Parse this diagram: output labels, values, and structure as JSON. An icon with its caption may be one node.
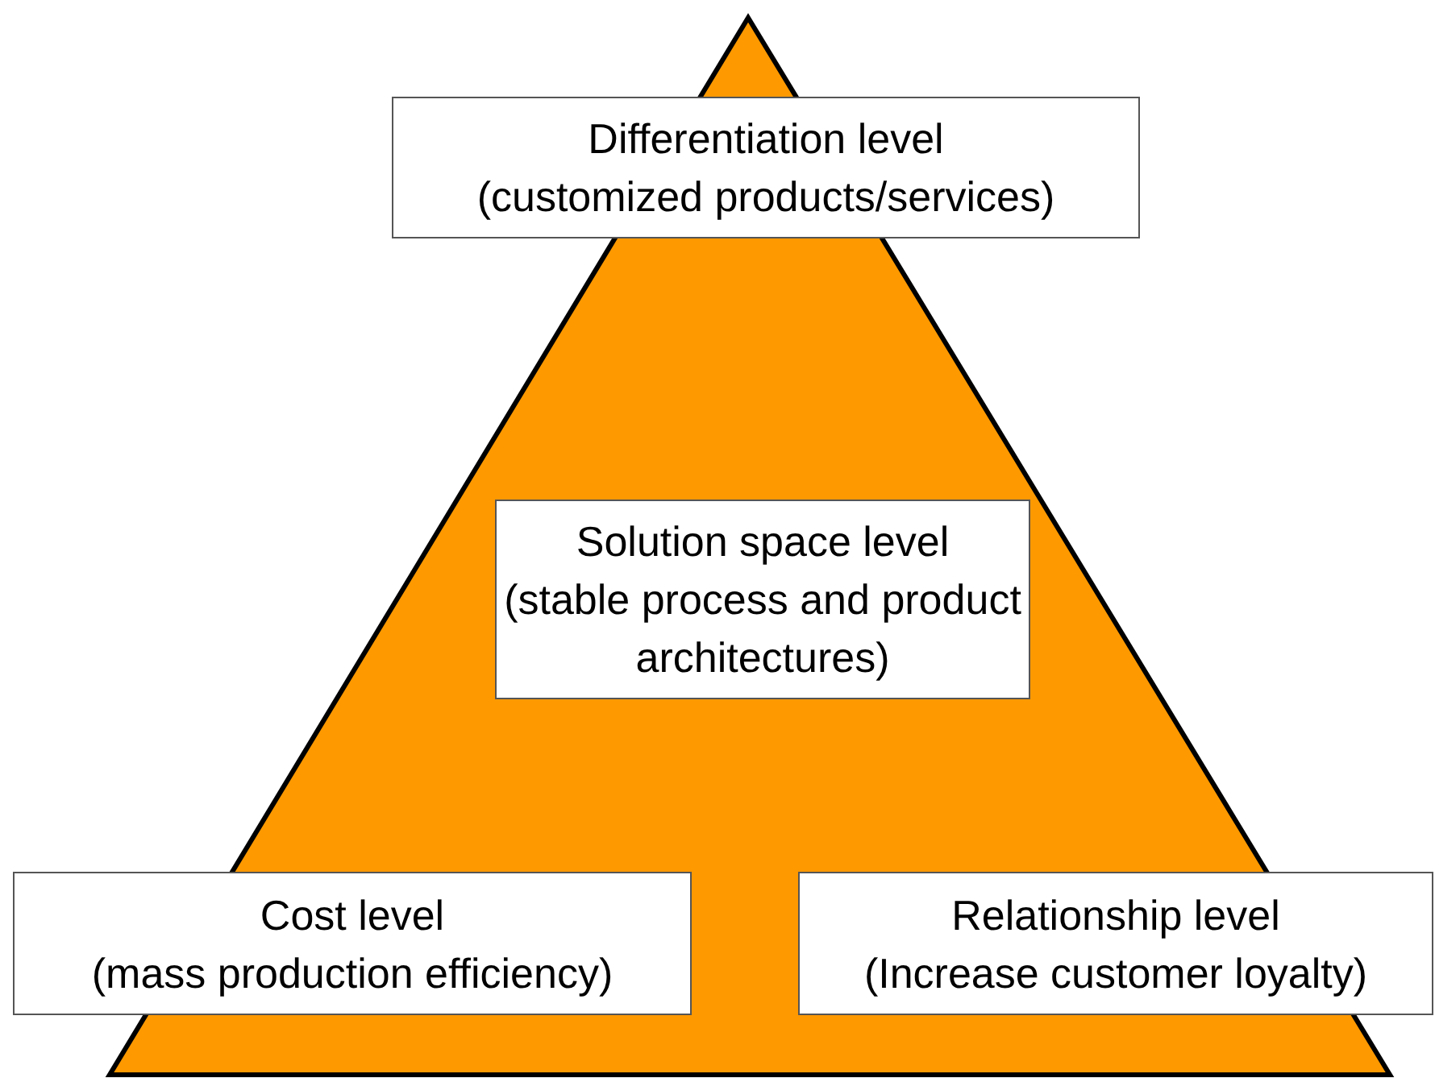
{
  "diagram": {
    "nodes": [
      {
        "text": [
          "Differentiation level",
          "(customized products/services)"
        ]
      },
      {
        "text": [
          "Solution space level",
          "(stable process and product architectures)"
        ]
      },
      {
        "text": [
          "Cost level",
          "(mass production efficiency)"
        ]
      },
      {
        "text": [
          "Relationship level",
          "(Increase customer loyalty)"
        ]
      }
    ]
  }
}
